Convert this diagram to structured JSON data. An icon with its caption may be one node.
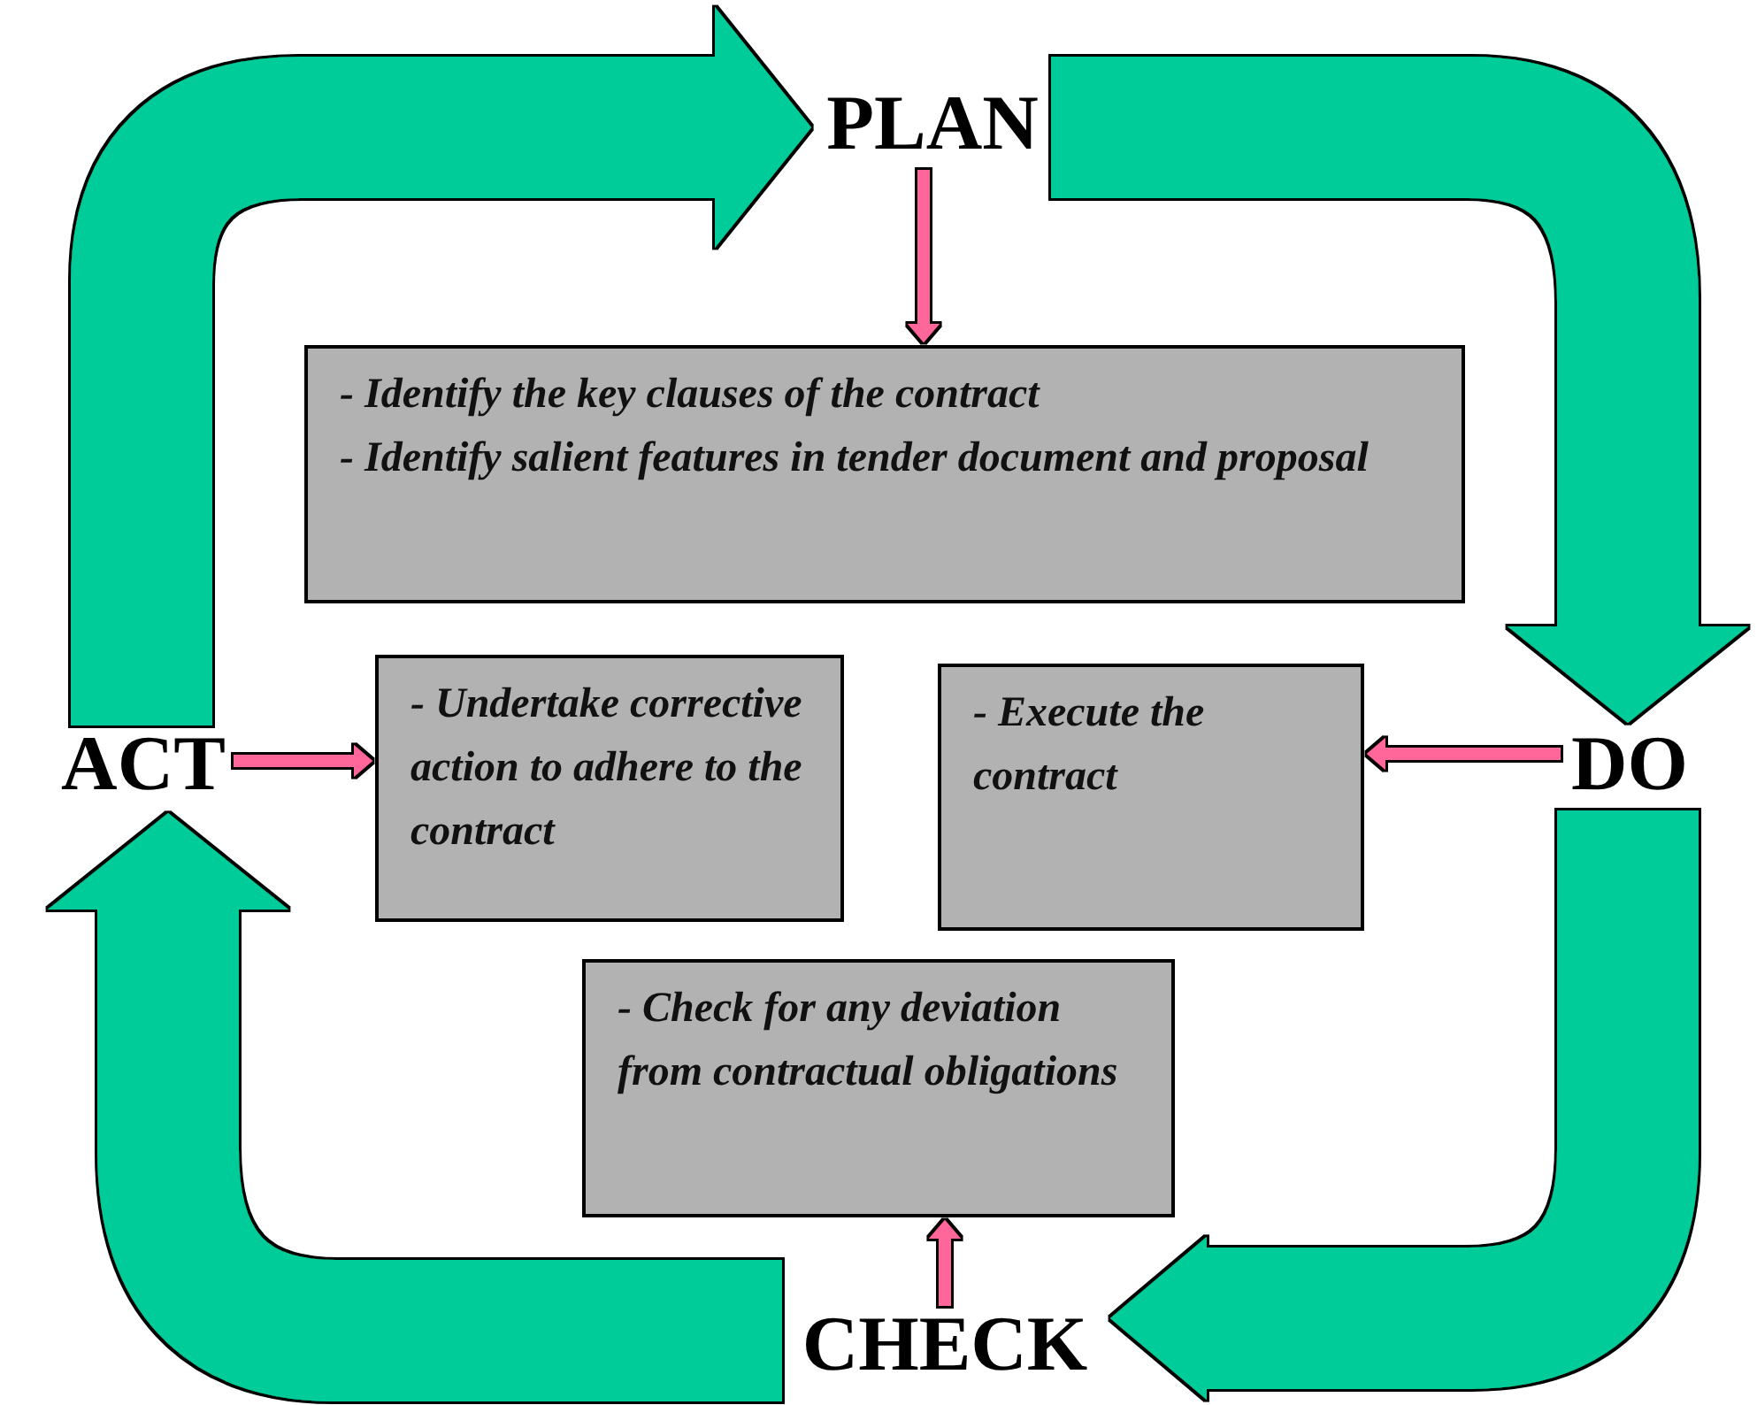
{
  "diagram": {
    "nodes": [
      {
        "text": [
          "PLAN"
        ]
      },
      {
        "text": [
          "ACT"
        ]
      },
      {
        "text": [
          "DO"
        ]
      },
      {
        "text": [
          "CHECK"
        ]
      },
      {
        "text": [
          "- Identify the key clauses of the contract",
          "- Identify salient features in tender document and proposal"
        ]
      },
      {
        "text": [
          "- Undertake corrective action to adhere to the contract"
        ]
      },
      {
        "text": [
          "- Execute  the contract"
        ]
      },
      {
        "text": [
          "- Check for any deviation from contractual obligations"
        ]
      }
    ],
    "edges": [
      {
        "from": 1,
        "to": 0,
        "arrow": "to",
        "style": "thick",
        "color": "#00cc99"
      },
      {
        "from": 0,
        "to": 2,
        "arrow": "to",
        "style": "thick",
        "color": "#00cc99"
      },
      {
        "from": 2,
        "to": 3,
        "arrow": "to",
        "style": "thick",
        "color": "#00cc99"
      },
      {
        "from": 3,
        "to": 1,
        "arrow": "to",
        "style": "thick",
        "color": "#00cc99"
      },
      {
        "from": 0,
        "to": 4,
        "arrow": "to",
        "color": "#ff6699"
      },
      {
        "from": 1,
        "to": 5,
        "arrow": "to",
        "color": "#ff6699"
      },
      {
        "from": 2,
        "to": 6,
        "arrow": "to",
        "color": "#ff6699"
      },
      {
        "from": 3,
        "to": 7,
        "arrow": "to",
        "color": "#ff6699"
      }
    ]
  }
}
